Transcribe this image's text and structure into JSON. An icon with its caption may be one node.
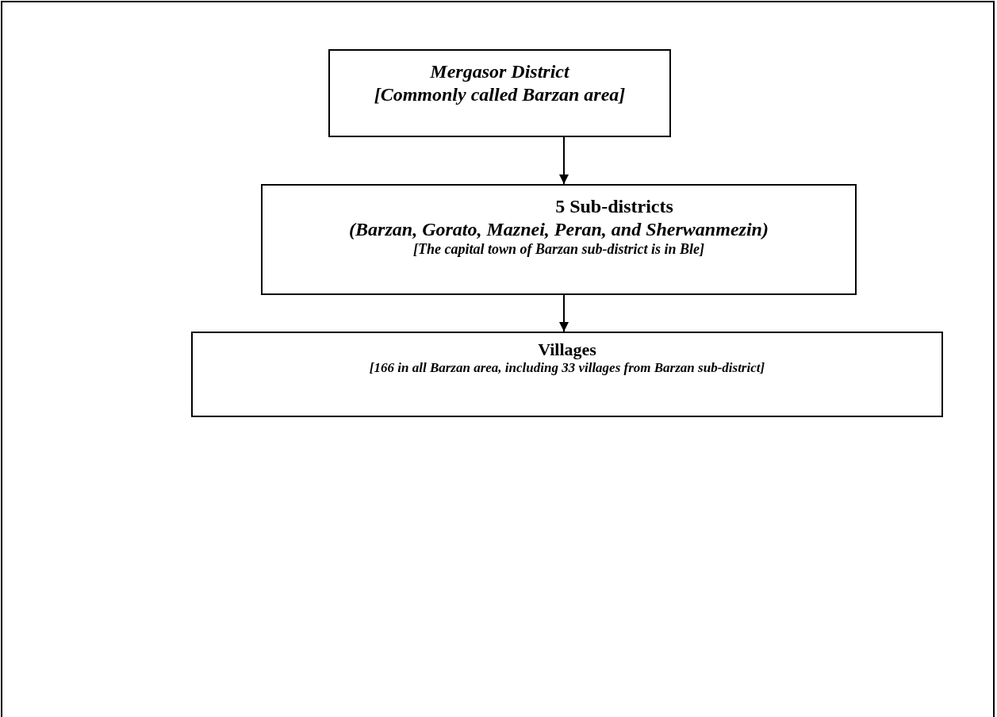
{
  "diagram": {
    "nodes": [
      {
        "text": [
          "Mergasor District",
          "[Commonly called Barzan area]"
        ]
      },
      {
        "text": [
          "5 Sub-districts",
          "(Barzan, Gorato, Maznei, Peran, and Sherwanmezin)",
          "[The capital town of Barzan sub-district is in Ble]"
        ]
      },
      {
        "text": [
          "Villages",
          "[166 in all Barzan area, including 33 villages from Barzan sub-district]"
        ]
      }
    ],
    "edges": [
      {
        "from": 0,
        "to": 1,
        "arrow": "to"
      },
      {
        "from": 1,
        "to": 2,
        "arrow": "to"
      }
    ]
  }
}
